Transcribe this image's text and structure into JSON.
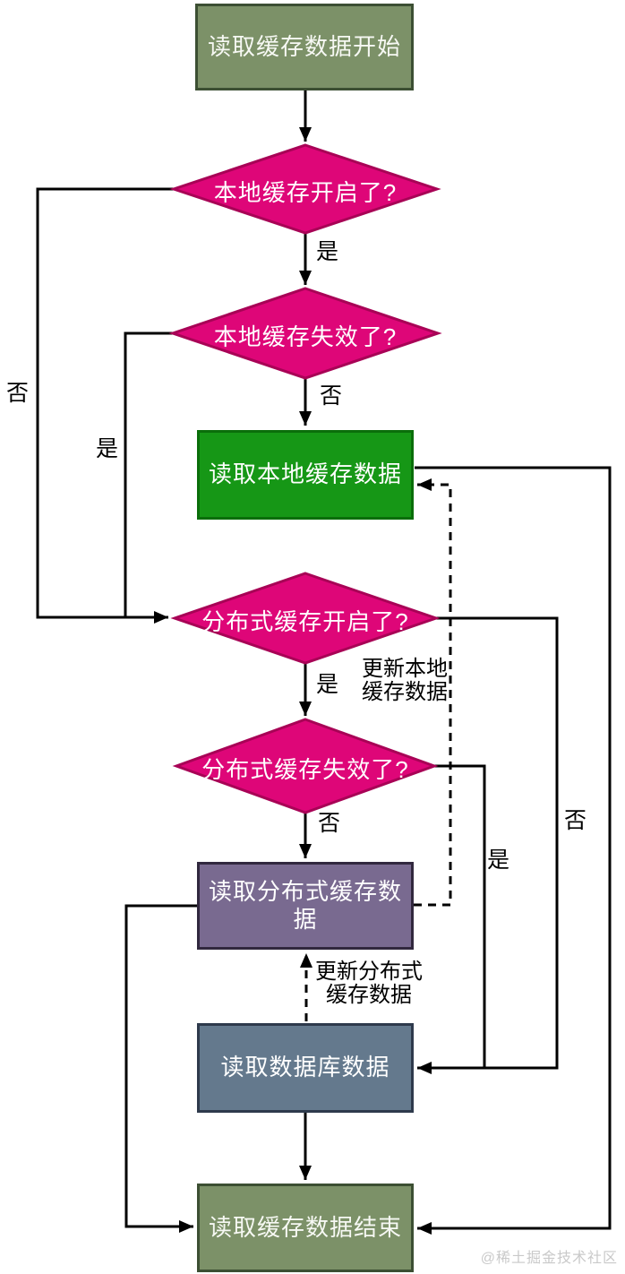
{
  "palette": {
    "background": "#FFFFFF",
    "terminal_fill": "#7C9168",
    "terminal_border": "#3C4F33",
    "decision_fill": "#DE0678",
    "decision_border": "#A80356",
    "process_local_cache_fill": "#169716",
    "process_local_cache_border": "#0A6E0A",
    "process_distributed_cache_fill": "#796A90",
    "process_distributed_cache_border": "#31283E",
    "process_database_fill": "#64798D",
    "process_database_border": "#2E3A4C",
    "connector": "#000000",
    "edge_label_text": "#000000",
    "node_text": "#FFFFFF",
    "watermark_text": "#C9C9C9"
  },
  "nodes": {
    "start": "读取缓存数据开始",
    "decision_local_enabled": "本地缓存开启了?",
    "decision_local_expired": "本地缓存失效了?",
    "read_local_cache": "读取本地缓存数据",
    "decision_dist_enabled": "分布式缓存开启了?",
    "decision_dist_expired": "分布式缓存失效了?",
    "read_dist_cache": "读取分布式缓存数据",
    "read_database": "读取数据库数据",
    "end": "读取缓存数据结束"
  },
  "edge_labels": {
    "local_enabled_yes": "是",
    "local_enabled_no": "否",
    "local_expired_yes": "是",
    "local_expired_no": "否",
    "dist_enabled_yes": "是",
    "dist_enabled_no": "否",
    "dist_expired_yes": "是",
    "dist_expired_no": "否",
    "update_local_line1": "更新本地",
    "update_local_line2": "缓存数据",
    "update_dist_line1": "更新分布式",
    "update_dist_line2": "缓存数据"
  },
  "watermark": "@稀土掘金技术社区"
}
